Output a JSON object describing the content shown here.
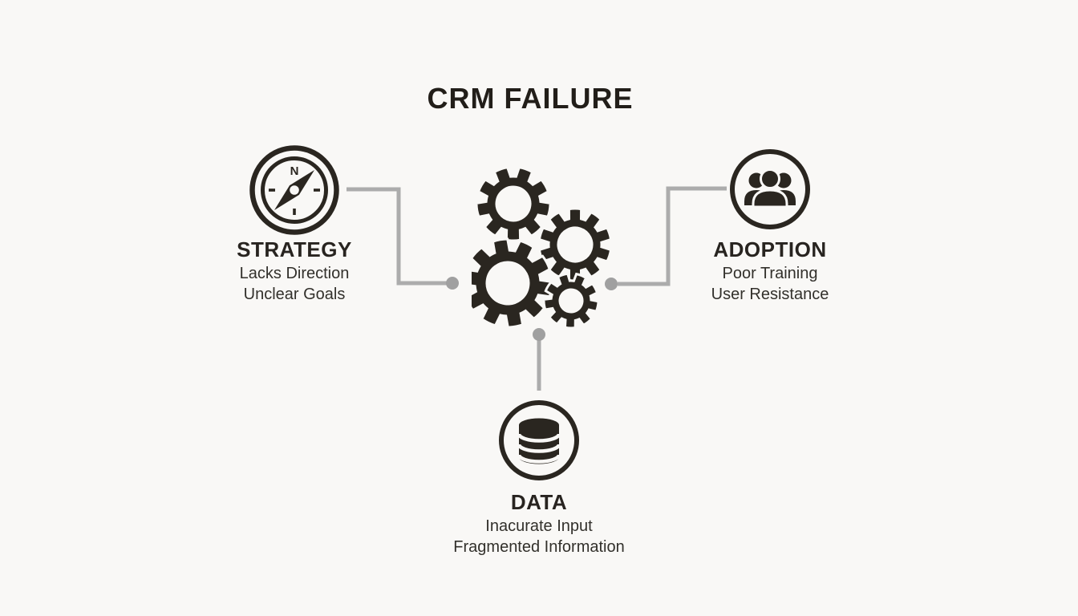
{
  "title": "CRM FAILURE",
  "center": {
    "icon": "gears-icon"
  },
  "nodes": [
    {
      "id": "strategy",
      "icon": "compass-icon",
      "label": "STRATEGY",
      "lines": [
        "Lacks Direction",
        "Unclear Goals"
      ]
    },
    {
      "id": "adoption",
      "icon": "users-icon",
      "label": "ADOPTION",
      "lines": [
        "Poor Training",
        "User Resistance"
      ]
    },
    {
      "id": "data",
      "icon": "database-icon",
      "label": "DATA",
      "lines": [
        "Inacurate Input",
        "Fragmented Information"
      ]
    }
  ],
  "colors": {
    "ink": "#2a2620",
    "connector": "#acacac",
    "connector_dot": "#a0a0a0",
    "background": "#f9f8f6"
  }
}
